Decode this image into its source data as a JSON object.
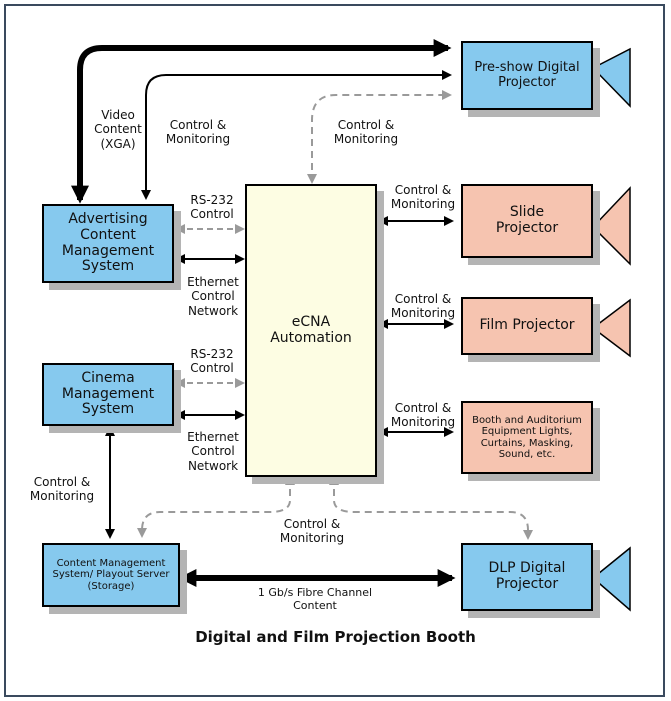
{
  "diagram": {
    "title": "Digital and Film Projection Booth",
    "colors": {
      "blue": "#86c9ee",
      "salmon": "#f6c4b0",
      "cream": "#fdfde3",
      "dashed": "#9a9a9a",
      "shadow": "#b4b4b4"
    },
    "boxes": {
      "preshow": "Pre-show Digital Projector",
      "slide": "Slide Projector",
      "film": "Film Projector",
      "booth": "Booth and Auditorium Equipment Lights, Curtains, Masking, Sound, etc.",
      "dlp": "DLP Digital Projector",
      "ecna": "eCNA Automation",
      "advertising": "Advertising Content Management System",
      "cinema": "Cinema Management System",
      "content": "Content Management System/ Playout Server (Storage)"
    },
    "labels": {
      "video_content": "Video Content (XGA)",
      "control_monitoring": "Control & Monitoring",
      "rs232_control": "RS-232 Control",
      "ethernet_control": "Ethernet Control Network",
      "fibre_channel": "1 Gb/s Fibre Channel Content"
    }
  }
}
